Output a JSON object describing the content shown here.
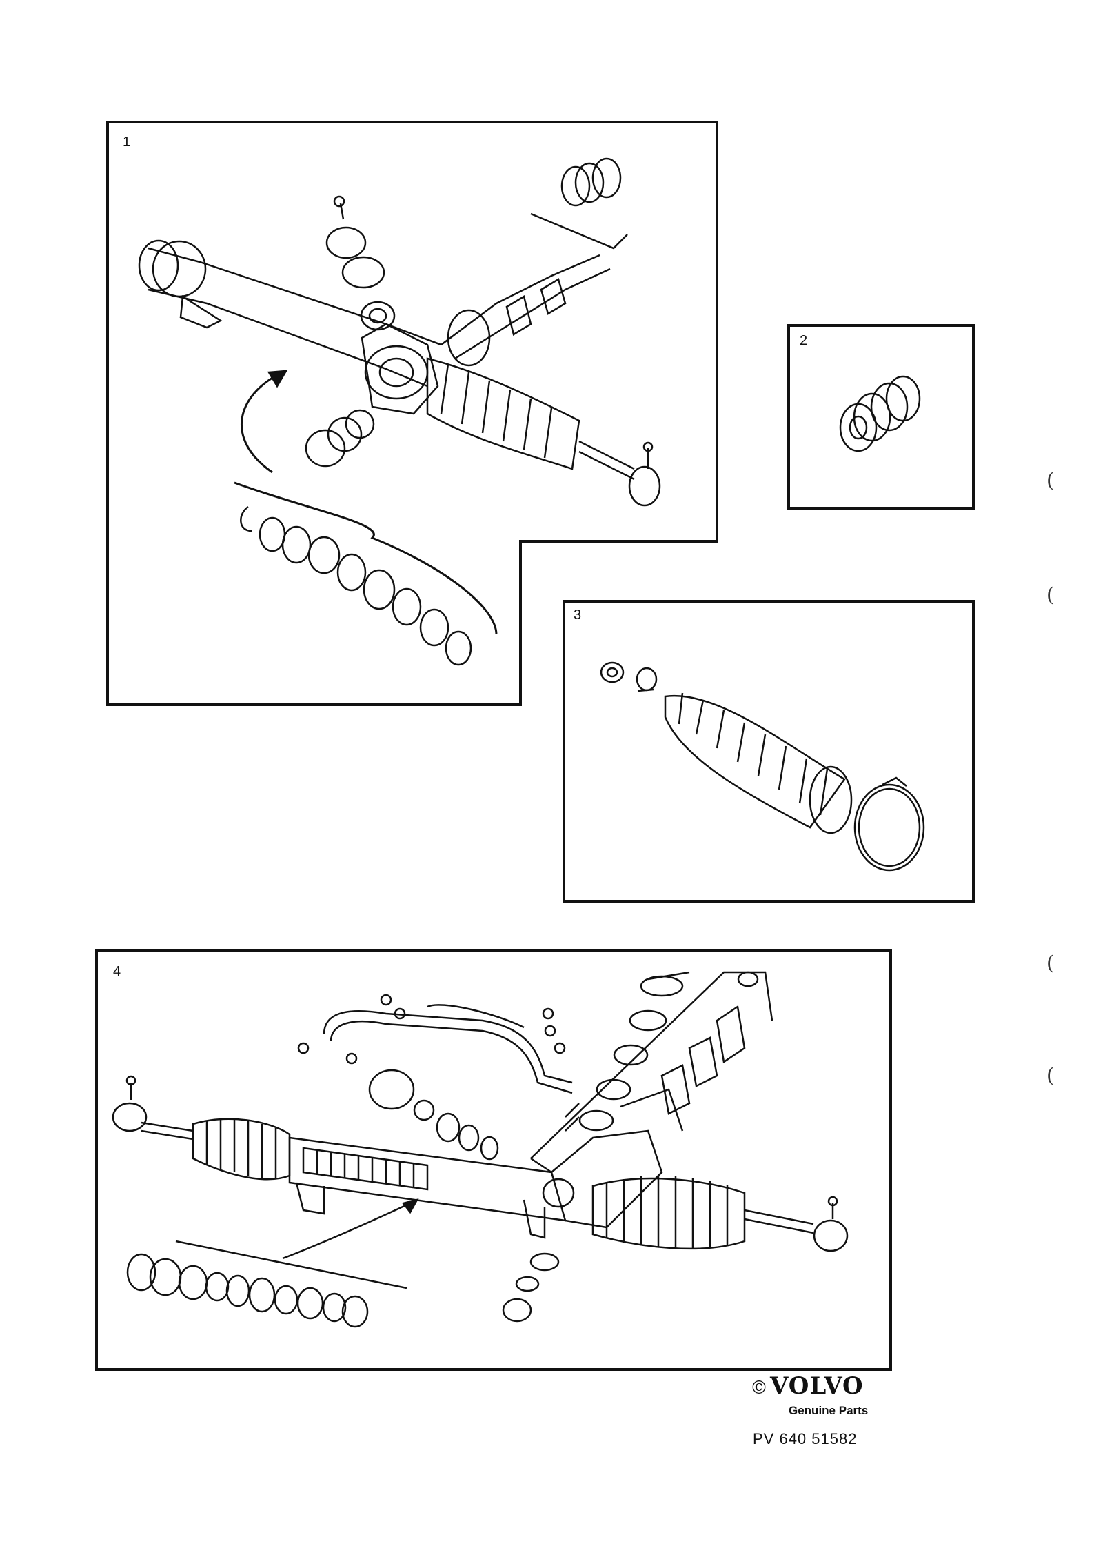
{
  "panels": [
    {
      "label": "1"
    },
    {
      "label": "2"
    },
    {
      "label": "3"
    },
    {
      "label": "4"
    }
  ],
  "footer": {
    "copyright_symbol": "©",
    "brand": "VOLVO",
    "subtitle": "Genuine Parts",
    "code": "PV 640 51582"
  },
  "margin_marks": [
    "(",
    "(",
    "(",
    "("
  ]
}
